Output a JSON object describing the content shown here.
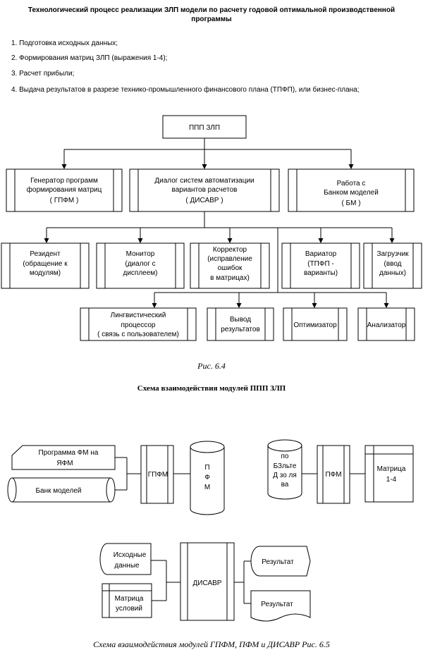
{
  "header": {
    "title_line1": "Технологический процесс реализации ЗЛП модели по расчету годовой оптимальной производственной",
    "title_line2": "программы"
  },
  "steps": [
    "1. Подготовка исходных данных;",
    "2. Формирования матриц ЗЛП (выражения 1-4);",
    "3. Расчет прибыли;",
    "4. Выдача результатов в разрезе технико-промышленного финансового плана (ТПФП), или бизнес-плана;"
  ],
  "fig64": {
    "root": "ППП ЗЛП",
    "level1": [
      [
        "Генератор программ",
        "формирования матриц",
        "( ГПФМ )"
      ],
      [
        "Диалог систем автоматизации",
        "вариантов расчетов",
        "( ДИСАВР )"
      ],
      [
        "Работа с",
        "Банком моделей",
        "( БМ )"
      ]
    ],
    "level2": [
      [
        "Резидент",
        "(обращение к",
        "модулям)"
      ],
      [
        "Монитор",
        "(диалог с",
        "дисплеем)"
      ],
      [
        "Корректор",
        "(исправление",
        "ошибок",
        "в матрицах)"
      ],
      [
        "Вариатор",
        "(ТПФП -",
        "варианты)"
      ],
      [
        "Загрузчик",
        "(ввод",
        "данных)"
      ]
    ],
    "level3": [
      [
        "Лингвистический",
        "процессор",
        "( связь с пользователем)"
      ],
      [
        "Вывод",
        "результатов"
      ],
      [
        "Оптимизатор"
      ],
      [
        "Анализатор"
      ]
    ],
    "caption": "Рис. 6.4"
  },
  "fig65_title": "Схема взаимодействия модулей ППП ЗЛП",
  "fig65": {
    "prog_fm": [
      "Программа ФМ на",
      "ЯФМ"
    ],
    "bank": "Банк моделей",
    "gpfm": "ГПФМ",
    "pfm_drum": [
      "П",
      "Ф",
      "М"
    ],
    "bzl_drum": [
      "по",
      "БЗльте",
      "Д зо ля",
      "ва"
    ],
    "pfm": "ПФМ",
    "matrix14": [
      "Матрица",
      "1-4"
    ],
    "inputs": [
      "Исходные",
      "данные"
    ],
    "matrix_cond": [
      "Матрица",
      "условий"
    ],
    "disavr": "ДИСАВР",
    "result1": "Результат",
    "result2": "Результат",
    "caption": "Схема взаимодействия модулей ГПФМ, ПФМ и ДИСАВР Рис. 6.5"
  }
}
